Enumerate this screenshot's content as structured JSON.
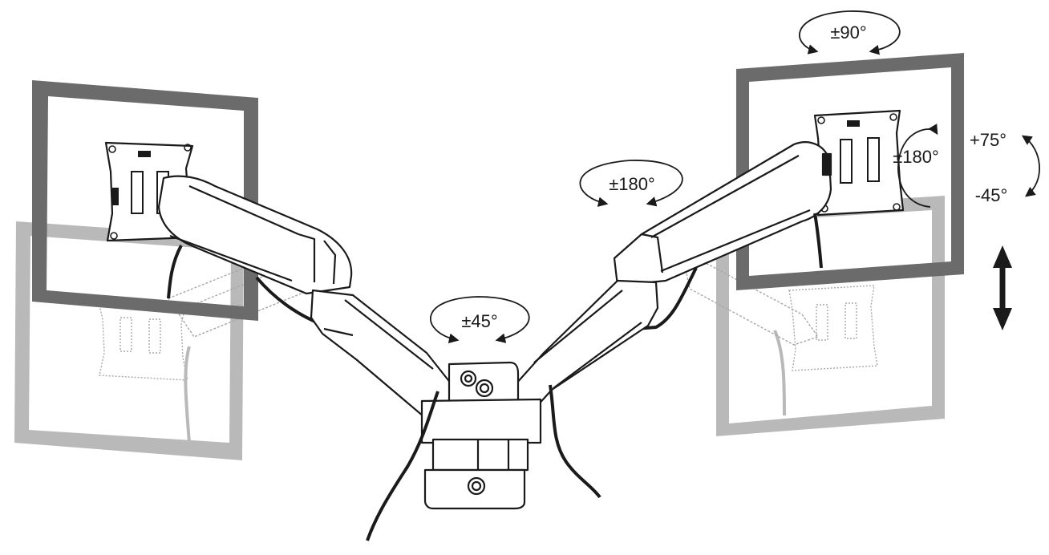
{
  "labels": {
    "top_swivel": "±90°",
    "right_rotation": "±180°",
    "right_arm_swivel": "±180°",
    "center_swivel": "±45°",
    "tilt_up": "+75°",
    "tilt_down": "-45°"
  },
  "colors": {
    "line": "#1a1a1a",
    "screen_dark": "#6b6b6b",
    "screen_faded": "#b9b9b9",
    "ghost_line": "#a8a8a8",
    "background": "#ffffff"
  }
}
